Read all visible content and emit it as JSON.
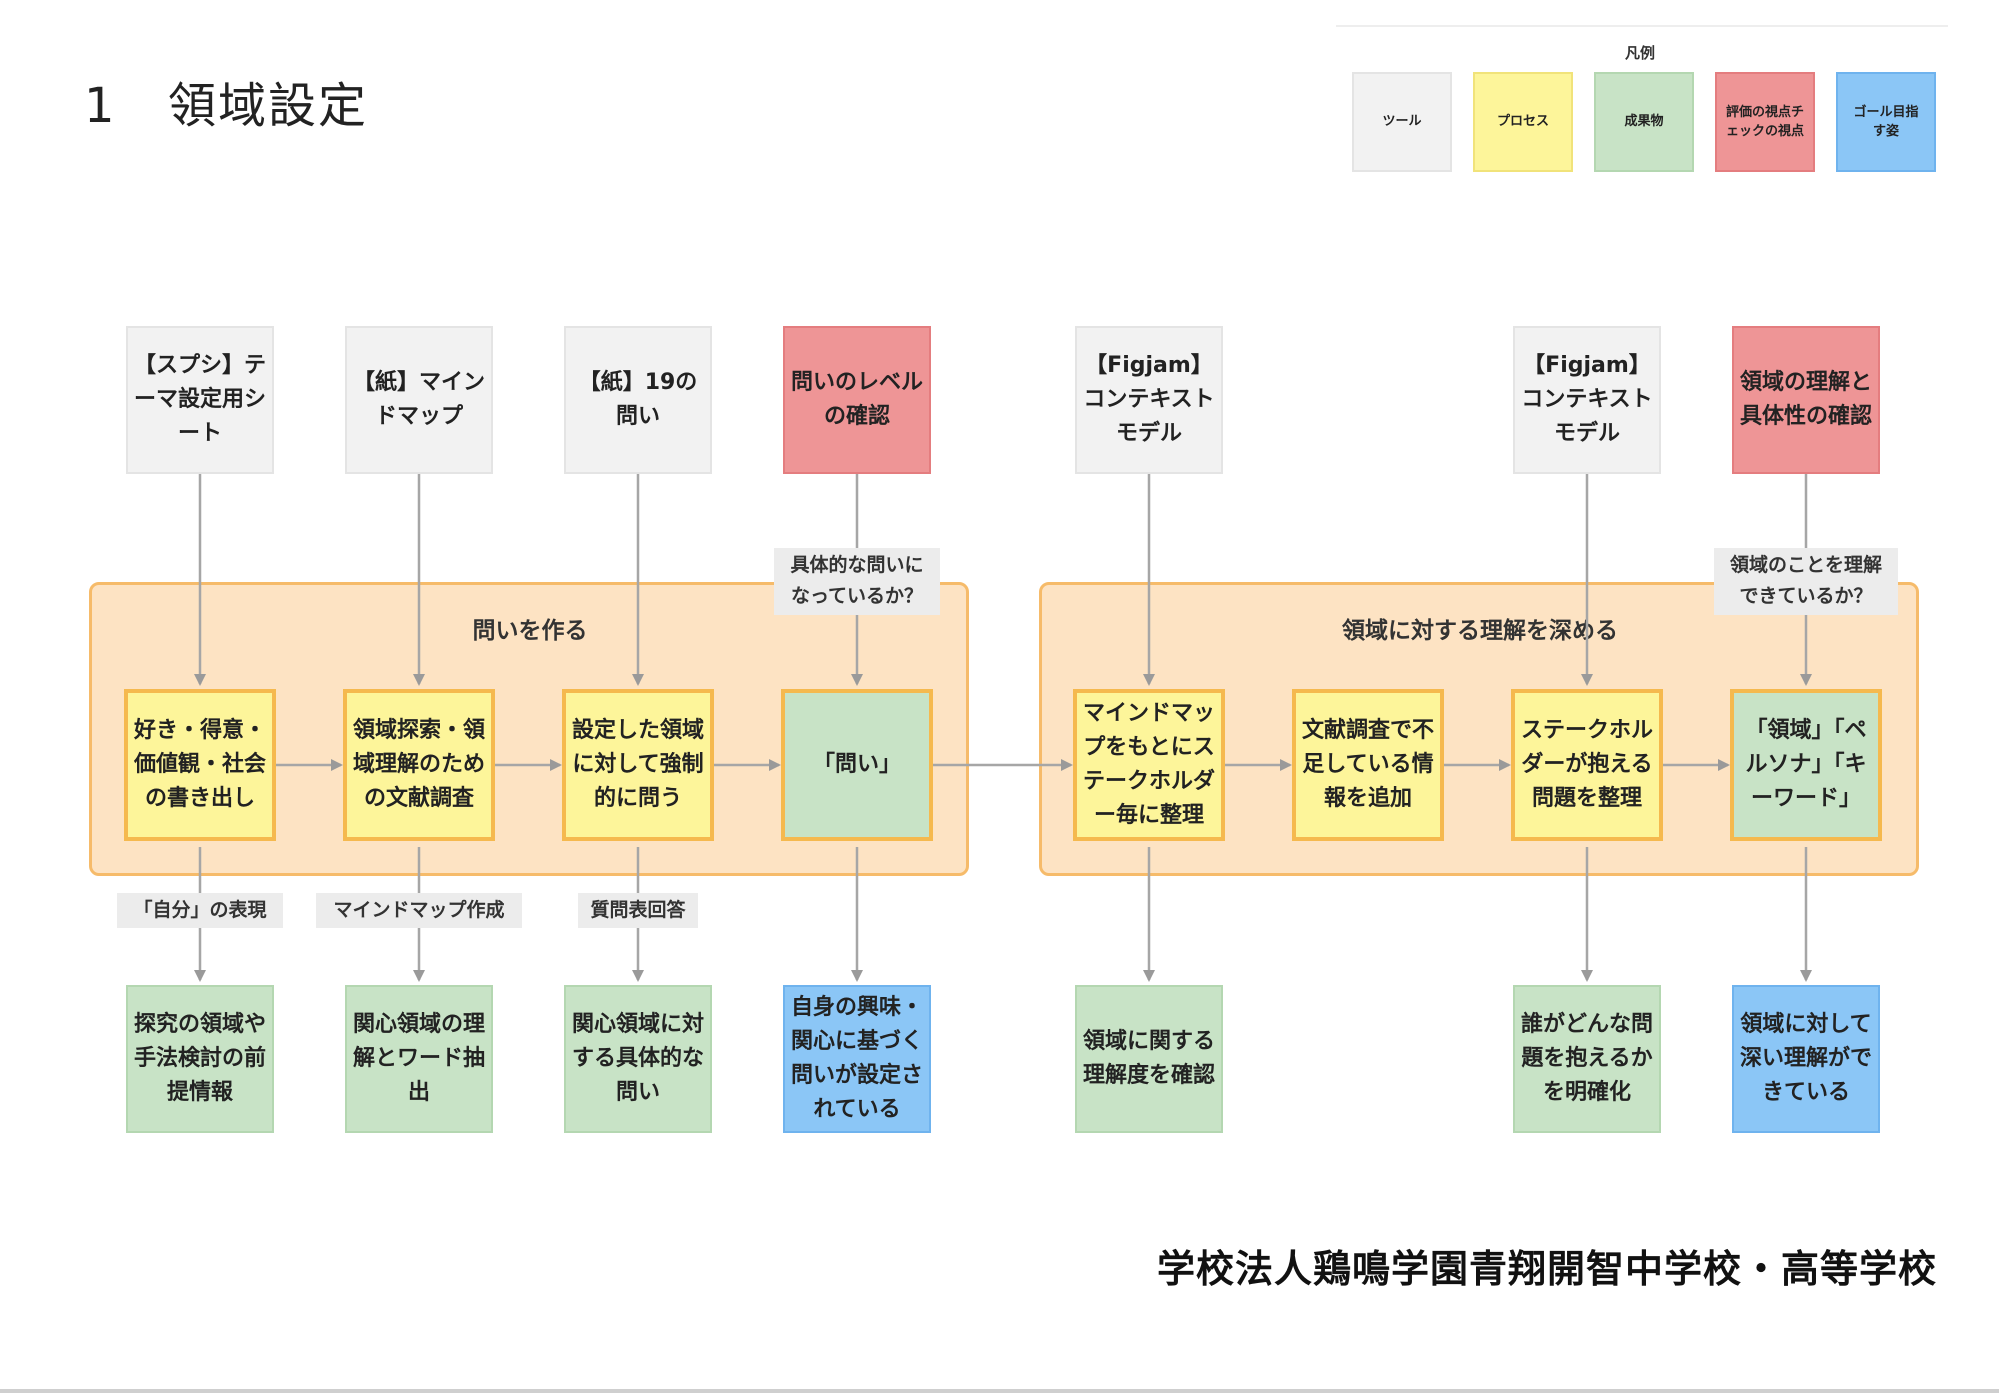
{
  "page": {
    "section_number": "1",
    "section_title": "領域設定",
    "footer": "学校法人鶏鳴学園青翔開智中学校・高等学校"
  },
  "legend": {
    "title": "凡例",
    "items": [
      {
        "label": "ツール",
        "color": "#f2f2f2"
      },
      {
        "label": "プロセス",
        "color": "#fdf59a"
      },
      {
        "label": "成果物",
        "color": "#c8e3c6"
      },
      {
        "label": "評価の視点チェックの視点",
        "color": "#ee9596"
      },
      {
        "label": "ゴール目指す姿",
        "color": "#8bc6f6"
      }
    ]
  },
  "groups": {
    "left": {
      "label": "問いを作る"
    },
    "right": {
      "label": "領域に対する理解を深める"
    }
  },
  "tools": {
    "t1": "【スプシ】テーマ設定用シート",
    "t2": "【紙】マインドマップ",
    "t3": "【紙】19の問い",
    "t4": "問いのレベルの確認",
    "t5": "【Figjam】コンテキストモデル",
    "t6": "【Figjam】コンテキストモデル",
    "t7": "領域の理解と具体性の確認"
  },
  "processes": {
    "p1": "好き・得意・価値観・社会の書き出し",
    "p2": "領域探索・領域理解のための文献調査",
    "p3": "設定した領域に対して強制的に問う",
    "p4": "「問い」",
    "p5": "マインドマップをもとにステークホルダー毎に整理",
    "p6": "文献調査で不足している情報を追加",
    "p7": "ステークホルダーが抱える問題を整理",
    "p8": "「領域」「ペルソナ」「キーワード」"
  },
  "edge_labels": {
    "check1": "具体的な問いになっているか？",
    "check2": "領域のことを理解できているか？",
    "out1": "「自分」の表現",
    "out2": "マインドマップ作成",
    "out3": "質問表回答"
  },
  "outputs": {
    "o1": "探究の領域や手法検討の前提情報",
    "o2": "関心領域の理解とワード抽出",
    "o3": "関心領域に対する具体的な問い",
    "o4": "自身の興味・関心に基づく問いが設定されている",
    "o5": "領域に関する理解度を確認",
    "o6": "誰がどんな問題を抱えるかを明確化",
    "o7": "領域に対して深い理解ができている"
  }
}
